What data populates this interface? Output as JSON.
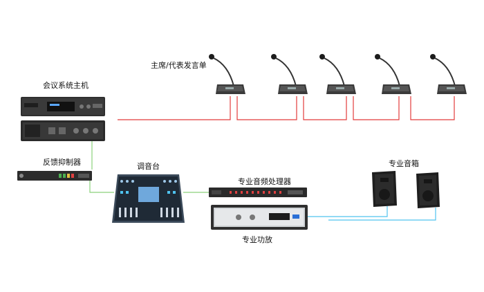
{
  "labels": {
    "mic": "主席/代表发言单",
    "host": "会议系统主机",
    "feedback": "反馈抑制器",
    "mixer": "调音台",
    "processor": "专业音频处理器",
    "amp": "专业功放",
    "speakers": "专业音箱"
  },
  "colors": {
    "red_wire": "#e23b3b",
    "green_wire": "#8ad17a",
    "cyan_wire": "#4fc3ef",
    "device_dark": "#2b2b2b"
  }
}
